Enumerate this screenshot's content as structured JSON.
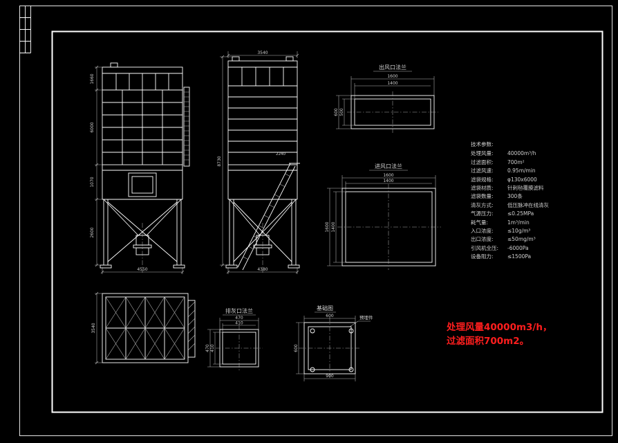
{
  "colors": {
    "background": "#000000",
    "line": "#ffffff",
    "dim_line": "#b9b9b9",
    "text": "#cfcfcf",
    "note_red": "#ff1e1e"
  },
  "view_labels": {
    "outlet": "出风口法兰",
    "inlet": "进风口法兰",
    "ash": "排灰口法兰",
    "foundation": "基础图",
    "embed": "预埋件"
  },
  "dims": {
    "fv_h1": "1660",
    "fv_h2": "6000",
    "fv_h3": "1070",
    "fv_h4": "2600",
    "fv_w": "4550",
    "sv_top": "3540",
    "sv_h": "8730",
    "sv_w": "4380",
    "sv_note": "2240",
    "pv_d": "3540",
    "of_t1": "1600",
    "of_t2": "1400",
    "of_l1": "600",
    "of_l2": "500",
    "if_t1": "1600",
    "if_t2": "1400",
    "if_l1": "1600",
    "if_l2": "1400",
    "af_t1": "470",
    "af_t2": "410",
    "af_l1": "470",
    "af_l2": "410",
    "fd_t": "600",
    "fd_l": "600",
    "fd_b": "900"
  },
  "tech_params": {
    "title": "技术参数:",
    "rows": [
      {
        "label": "处理风量:",
        "value": "40000m³/h"
      },
      {
        "label": "过滤面积:",
        "value": "700m²"
      },
      {
        "label": "过滤风速:",
        "value": "0.95m/min"
      },
      {
        "label": "滤袋规格:",
        "value": "φ130x6000"
      },
      {
        "label": "滤袋材质:",
        "value": "针刺毡覆膜滤料"
      },
      {
        "label": "滤袋数量:",
        "value": "300条"
      },
      {
        "label": "清灰方式:",
        "value": "低压脉冲在线清灰"
      },
      {
        "label": "气源压力:",
        "value": "≤0.25MPa"
      },
      {
        "label": "耗气量:",
        "value": "1m³/min"
      },
      {
        "label": "入口浓度:",
        "value": "≤10g/m³"
      },
      {
        "label": "出口浓度:",
        "value": "≤50mg/m³"
      },
      {
        "label": "引风机全压:",
        "value": "-6000Pa"
      },
      {
        "label": "设备阻力:",
        "value": "≤1500Pa"
      }
    ]
  },
  "note": {
    "line1": "处理风量40000m3/h，",
    "line2": "过滤面积700m2。"
  }
}
